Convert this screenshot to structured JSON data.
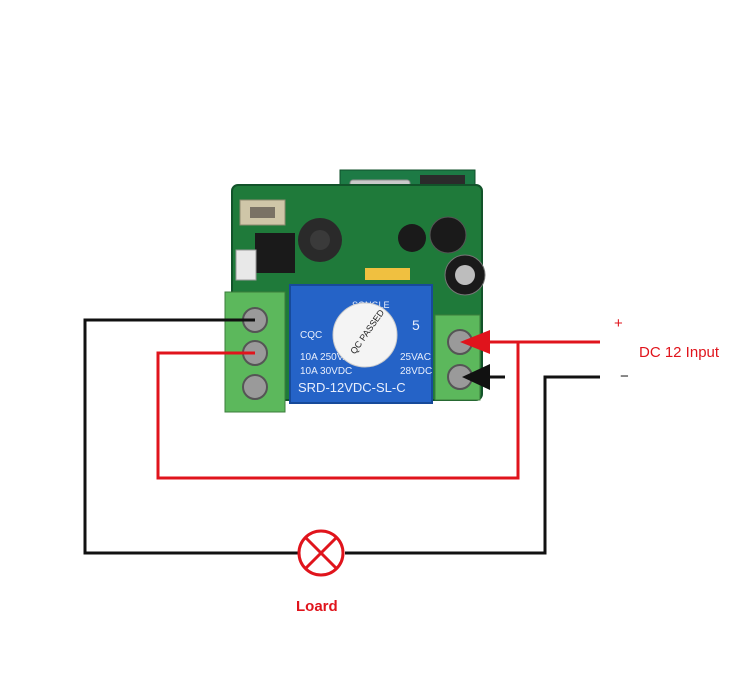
{
  "relay_module": {
    "relay_brand": "SONGLE",
    "relay_cert": "CQC",
    "relay_rating_1": "10A 250VAC",
    "relay_rating_2": "10A 30VDC",
    "relay_voltage": "5",
    "relay_rating_right_1": "25VAC",
    "relay_rating_right_2": "28VDC",
    "relay_model": "SRD-12VDC-SL-C",
    "sticker_text": "QC PASSED"
  },
  "labels": {
    "positive": "+",
    "negative": "−",
    "power_input": "DC 12  Input",
    "load": "Loard"
  },
  "colors": {
    "positive_wire": "#e0141c",
    "negative_wire": "#111111",
    "pcb": "#1f7a3a",
    "relay": "#2563c7",
    "terminal": "#5cb85c",
    "load_symbol": "#e0141c"
  }
}
